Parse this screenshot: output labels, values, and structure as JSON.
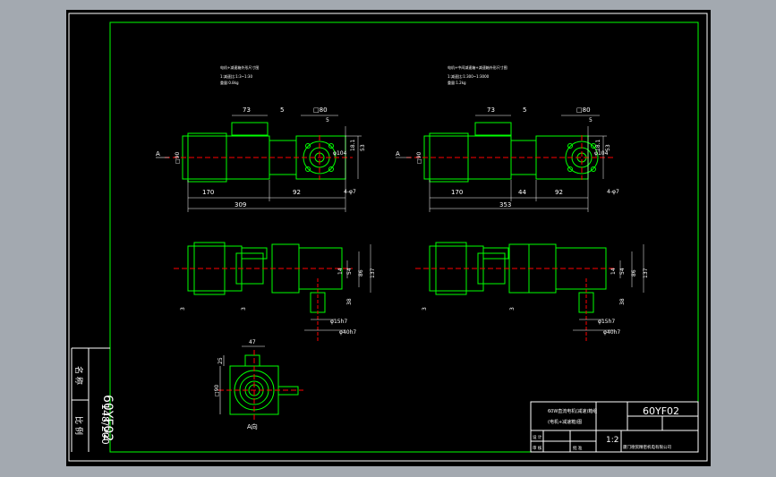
{
  "drawing": {
    "title_vertical": "60YF02",
    "scale_vertical": "148/200",
    "side_labels": [
      "名 称",
      "比 例"
    ],
    "title_block": {
      "code": "60YF02",
      "desc_line1": "60W直流电机(减速)箱组",
      "desc_line2": "(电机+减速箱)图",
      "scale": "1:2",
      "company": "厦门德贸精密机电有限公司",
      "cells": [
        "设 计",
        "审 核",
        "批 准"
      ]
    }
  },
  "views": {
    "left": {
      "note_line1": "电机+减速箱外形尺寸图",
      "note_line2": "1:减速比:1:3~1:30",
      "note_line3": "重量:0.8kg",
      "view_label": "A",
      "dims": {
        "top_a": "73",
        "top_b": "5",
        "top_c": "□80",
        "dia_a": "□90",
        "dia_b": "φ104",
        "holes": "4-φ7",
        "r_top": "5",
        "total": "309",
        "motor_len": "170",
        "gear_len": "92",
        "side_h": "53",
        "side_v": "18.1"
      },
      "elev_dims": {
        "shaft_d": "φ15h7",
        "pilot_d": "φ40h7",
        "d1": "137",
        "d2": "86",
        "d3": "54",
        "d4": "14",
        "d5": "38",
        "d6": "3",
        "d7": "3"
      }
    },
    "right": {
      "note_line1": "电机+中间减速箱+减速箱外形尺寸图",
      "note_line2": "1:减速比:1:300~1:3000",
      "note_line3": "重量:1.2kg",
      "view_label": "A",
      "dims": {
        "top_a": "73",
        "top_b": "5",
        "top_c": "□80",
        "dia_a": "□90",
        "dia_b": "φ104",
        "holes": "4-φ7",
        "r_top": "5",
        "total": "353",
        "motor_len": "170",
        "mid_len": "44",
        "gear_len": "92",
        "side_h": "53",
        "side_v": "18.1"
      },
      "elev_dims": {
        "shaft_d": "φ15h7",
        "pilot_d": "φ40h7",
        "d1": "137",
        "d2": "86",
        "d3": "54",
        "d4": "14",
        "d5": "38",
        "d6": "3",
        "d7": "3"
      }
    },
    "end_view": {
      "label": "A向",
      "w": "47",
      "h": "25",
      "side": "□90"
    }
  }
}
